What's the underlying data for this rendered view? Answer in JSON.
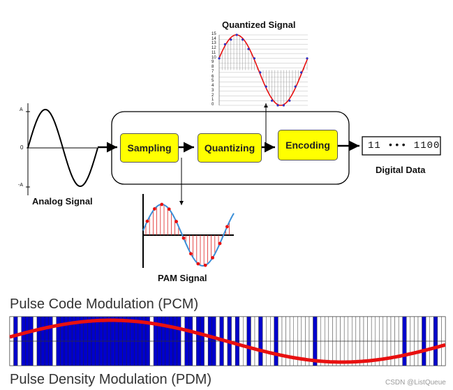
{
  "labels": {
    "quantized_signal": "Quantized Signal",
    "analog_signal": "Analog Signal",
    "pam_signal": "PAM Signal",
    "digital_data": "Digital Data",
    "digital_value": "11 ••• 1100",
    "axis_a_pos": "A",
    "axis_zero": "0",
    "axis_a_neg": "-A"
  },
  "stages": [
    "Sampling",
    "Quantizing",
    "Encoding"
  ],
  "quantized_levels": [
    "15",
    "14",
    "13",
    "12",
    "11",
    "10",
    "9",
    "8",
    "7",
    "6",
    "5",
    "4",
    "3",
    "2",
    "1",
    "0"
  ],
  "pcm_title": "Pulse Code Modulation (PCM)",
  "pdm_title": "Pulse Density Modulation (PDM)",
  "watermark": "CSDN @ListQueue",
  "colors": {
    "stage_fill": "#ffff00",
    "pdm_blue": "#0000cc",
    "signal_red": "#e81010",
    "curve_blue": "#3b8fd8"
  }
}
